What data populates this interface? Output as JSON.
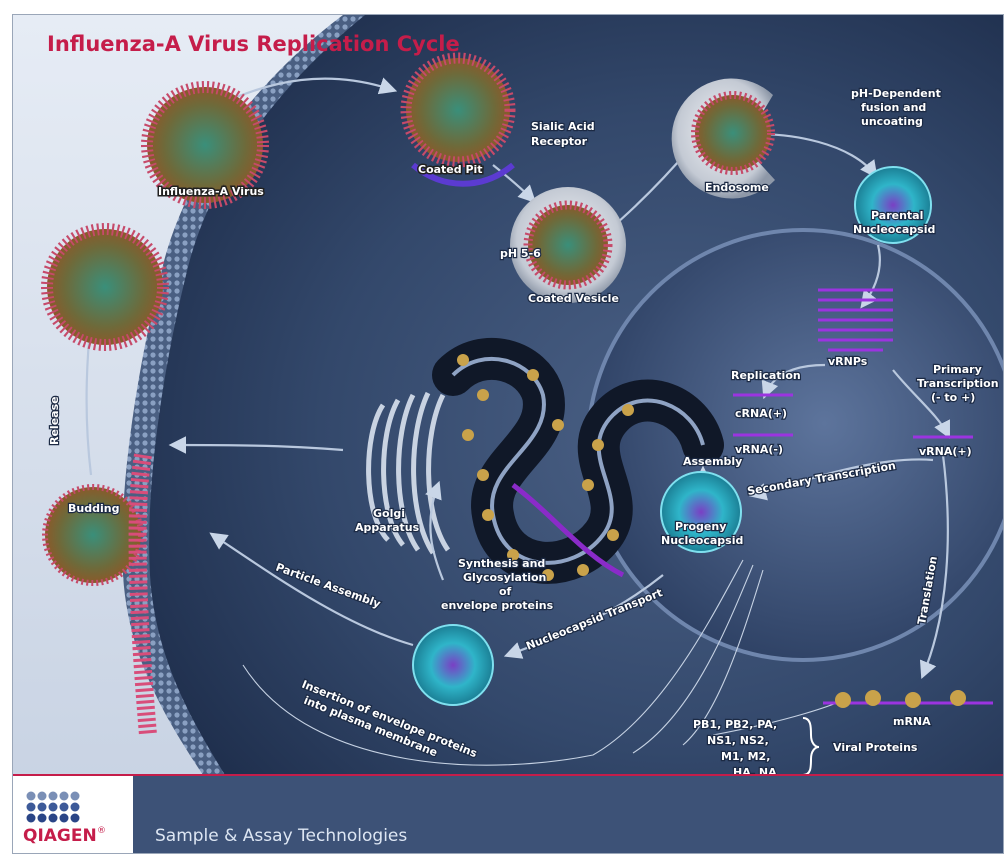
{
  "title": "Influenza-A Virus Replication Cycle",
  "labels": {
    "virus": "Influenza-A Virus",
    "coated_pit": "Coated Pit",
    "sialic_acid": [
      "Sialic Acid",
      "Receptor"
    ],
    "ph": "pH 5-6",
    "coated_vesicle": "Coated Vesicle",
    "endosome": "Endosome",
    "ph_fusion": [
      "pH-Dependent",
      "fusion and",
      "uncoating"
    ],
    "parental": [
      "Parental",
      "Nucleocapsid"
    ],
    "vrnps": "vRNPs",
    "replication": "Replication",
    "primary": [
      "Primary",
      "Transcription",
      "(- to +)"
    ],
    "crna": "cRNA(+)",
    "vrna_minus": "vRNA(-)",
    "vrna_plus": "vRNA(+)",
    "assembly": "Assembly",
    "secondary": "Secondary Transcription",
    "progeny": [
      "Progeny",
      "Nucleocapsid"
    ],
    "golgi": [
      "Golgi",
      "Apparatus"
    ],
    "synthesis": [
      "Synthesis and",
      "Glycosylation",
      "of",
      "envelope proteins"
    ],
    "particle_assembly": "Particle Assembly",
    "nucleocapsid_transport": "Nucleocapsid Transport",
    "budding": "Budding",
    "release": "Release",
    "translation": "Translation",
    "mrna": "mRNA",
    "insertion": [
      "Insertion of envelope proteins",
      "into plasma membrane"
    ],
    "proteins": [
      "PB1, PB2, PA,",
      "NS1, NS2,",
      "M1, M2,",
      "HA, NA"
    ],
    "viral_proteins": "Viral Proteins"
  },
  "footer": {
    "logo": "QIAGEN",
    "registered": "®",
    "tagline": "Sample & Assay Technologies"
  },
  "colors": {
    "accent": "#c51d4a",
    "footer_bg": "#3d5277",
    "cell": "#33486b"
  }
}
